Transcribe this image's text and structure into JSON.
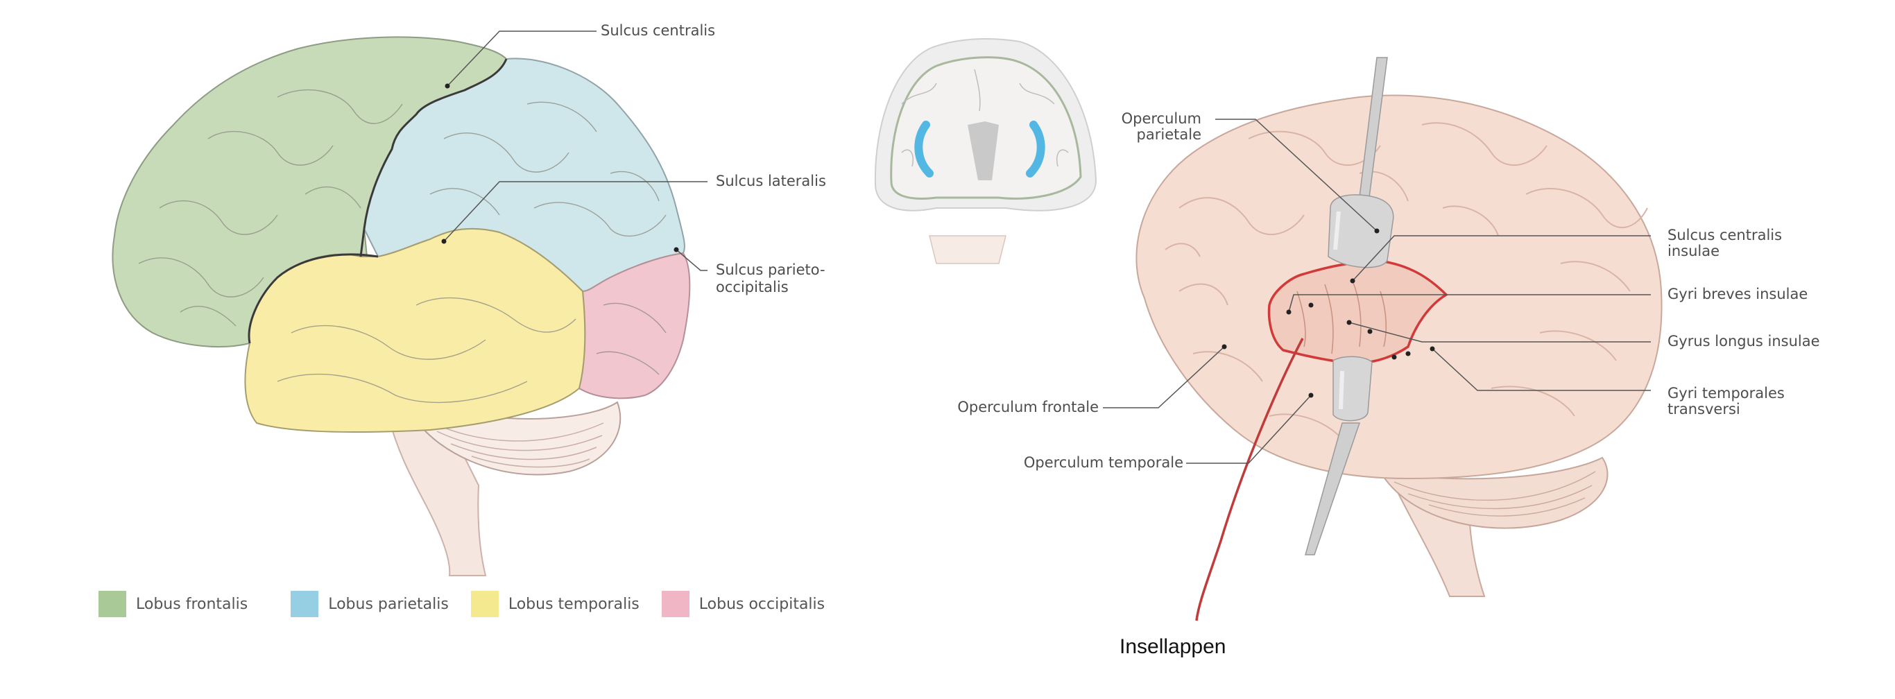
{
  "left_diagram": {
    "labels": {
      "sulcus_centralis": "Sulcus centralis",
      "sulcus_lateralis": "Sulcus lateralis",
      "sulcus_parieto_occipitalis_1": "Sulcus parieto-",
      "sulcus_parieto_occipitalis_2": "occipitalis"
    },
    "legend": [
      {
        "label": "Lobus frontalis",
        "color": "#a9c996"
      },
      {
        "label": "Lobus parietalis",
        "color": "#96cfe3"
      },
      {
        "label": "Lobus temporalis",
        "color": "#f5e98f"
      },
      {
        "label": "Lobus occipitalis",
        "color": "#f1b6c6"
      }
    ]
  },
  "right_diagram": {
    "labels": {
      "operculum_parietale_1": "Operculum",
      "operculum_parietale_2": "parietale",
      "sulcus_centralis_insulae_1": "Sulcus centralis",
      "sulcus_centralis_insulae_2": "insulae",
      "gyri_breves_insulae": "Gyri breves insulae",
      "gyrus_longus_insulae": "Gyrus longus insulae",
      "gyri_temporales_transversi_1": "Gyri temporales",
      "gyri_temporales_transversi_2": "transversi",
      "operculum_frontale": "Operculum frontale",
      "operculum_temporale": "Operculum temporale"
    },
    "caption": "Insellappen"
  },
  "colors": {
    "frontal": "#c7dbb8",
    "parietal": "#cfe6ea",
    "temporal": "#f8eca6",
    "occipital": "#f1c6cf",
    "brain_pink": "#f6ddd2",
    "insula_outline": "#d23a3a",
    "leader": "#555555"
  }
}
